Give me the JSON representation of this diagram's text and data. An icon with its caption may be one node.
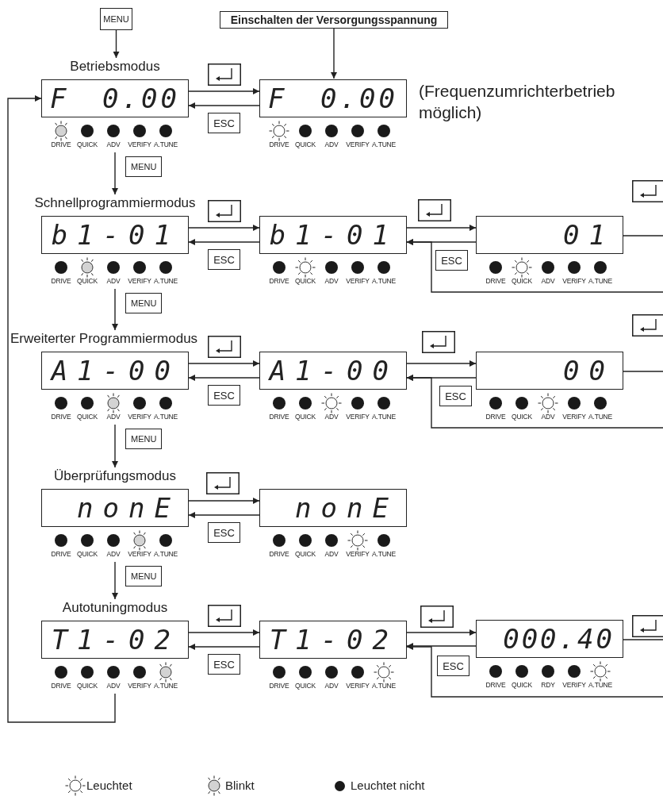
{
  "diagram": {
    "nodes": [
      {
        "text": [
          "MENU"
        ]
      },
      {
        "text": [
          "Einschalten der Versorgungsspannung"
        ]
      },
      {
        "text": [
          "Betriebsmodus",
          "F 0.00"
        ],
        "beside": [
          "DRIVE",
          "QUICK",
          "ADV",
          "VERIFY",
          "A.TUNE"
        ]
      },
      {
        "text": [
          "F 0.00"
        ],
        "beside": [
          "DRIVE",
          "QUICK",
          "ADV",
          "VERIFY",
          "A.TUNE"
        ]
      },
      {
        "text": [
          "Schnellprogrammiermodus",
          "b1-01"
        ],
        "beside": [
          "DRIVE",
          "QUICK",
          "ADV",
          "VERIFY",
          "A.TUNE"
        ]
      },
      {
        "text": [
          "b1-01"
        ],
        "beside": [
          "DRIVE",
          "QUICK",
          "ADV",
          "VERIFY",
          "A.TUNE"
        ]
      },
      {
        "text": [
          "01"
        ],
        "beside": [
          "DRIVE",
          "QUICK",
          "ADV",
          "VERIFY",
          "A.TUNE"
        ]
      },
      {
        "text": [
          "Erweiterter Programmiermodus",
          "A1-00"
        ],
        "beside": [
          "DRIVE",
          "QUICK",
          "ADV",
          "VERIFY",
          "A.TUNE"
        ]
      },
      {
        "text": [
          "A1-00"
        ],
        "beside": [
          "DRIVE",
          "QUICK",
          "ADV",
          "VERIFY",
          "A.TUNE"
        ]
      },
      {
        "text": [
          "00"
        ],
        "beside": [
          "DRIVE",
          "QUICK",
          "ADV",
          "VERIFY",
          "A.TUNE"
        ]
      },
      {
        "text": [
          "Überprüfungsmodus",
          "nonE"
        ],
        "beside": [
          "DRIVE",
          "QUICK",
          "ADV",
          "VERIFY",
          "A.TUNE"
        ]
      },
      {
        "text": [
          "nonE"
        ],
        "beside": [
          "DRIVE",
          "QUICK",
          "ADV",
          "VERIFY",
          "A.TUNE"
        ]
      },
      {
        "text": [
          "Autotuningmodus",
          "T1-02"
        ],
        "beside": [
          "DRIVE",
          "QUICK",
          "ADV",
          "VERIFY",
          "A.TUNE"
        ]
      },
      {
        "text": [
          "T1-02"
        ],
        "beside": [
          "DRIVE",
          "QUICK",
          "ADV",
          "VERIFY",
          "A.TUNE"
        ]
      },
      {
        "text": [
          "000.40"
        ],
        "beside": [
          "DRIVE",
          "QUICK",
          "RDY",
          "VERIFY",
          "A.TUNE"
        ]
      }
    ],
    "edges": [
      {
        "from": 0,
        "to": 2,
        "arrow": "to"
      },
      {
        "from": 1,
        "to": 3,
        "arrow": "to"
      },
      {
        "from": 2,
        "to": 3,
        "arrow": "to"
      },
      {
        "from": 3,
        "to": 2,
        "arrow": "to",
        "label": "ESC"
      },
      {
        "from": 2,
        "to": 4,
        "arrow": "to",
        "label": "MENU"
      },
      {
        "from": 4,
        "to": 5,
        "arrow": "to"
      },
      {
        "from": 5,
        "to": 4,
        "arrow": "to",
        "label": "ESC"
      },
      {
        "from": 5,
        "to": 6,
        "arrow": "to"
      },
      {
        "from": 6,
        "to": 5,
        "arrow": "to",
        "label": "ESC"
      },
      {
        "from": 6,
        "to": null,
        "arrow": "none"
      },
      {
        "from": null,
        "to": 5,
        "arrow": "to"
      },
      {
        "from": 4,
        "to": 7,
        "arrow": "to",
        "label": "MENU"
      },
      {
        "from": 7,
        "to": 8,
        "arrow": "to"
      },
      {
        "from": 8,
        "to": 7,
        "arrow": "to",
        "label": "ESC"
      },
      {
        "from": 8,
        "to": 9,
        "arrow": "to"
      },
      {
        "from": 9,
        "to": 8,
        "arrow": "to",
        "label": "ESC"
      },
      {
        "from": 9,
        "to": null,
        "arrow": "none"
      },
      {
        "from": null,
        "to": 8,
        "arrow": "to"
      },
      {
        "from": 7,
        "to": 10,
        "arrow": "to",
        "label": "MENU"
      },
      {
        "from": 10,
        "to": 11,
        "arrow": "to"
      },
      {
        "from": 11,
        "to": 10,
        "arrow": "to",
        "label": "ESC"
      },
      {
        "from": 10,
        "to": 12,
        "arrow": "to",
        "label": "MENU"
      },
      {
        "from": 12,
        "to": 13,
        "arrow": "to"
      },
      {
        "from": 13,
        "to": 12,
        "arrow": "to",
        "label": "ESC"
      },
      {
        "from": 13,
        "to": 14,
        "arrow": "to"
      },
      {
        "from": 14,
        "to": 13,
        "arrow": "to",
        "label": "ESC"
      },
      {
        "from": 14,
        "to": null,
        "arrow": "none"
      },
      {
        "from": null,
        "to": 13,
        "arrow": "to"
      },
      {
        "from": 12,
        "to": 2,
        "arrow": "to"
      }
    ],
    "labels": [
      "(Frequenzumrichterbetrieb möglich)"
    ],
    "legend": [
      {
        "text": "Leuchtet"
      },
      {
        "text": "Blinkt"
      },
      {
        "text": "Leuchtet nicht",
        "color": "#1a1a1a"
      }
    ]
  }
}
